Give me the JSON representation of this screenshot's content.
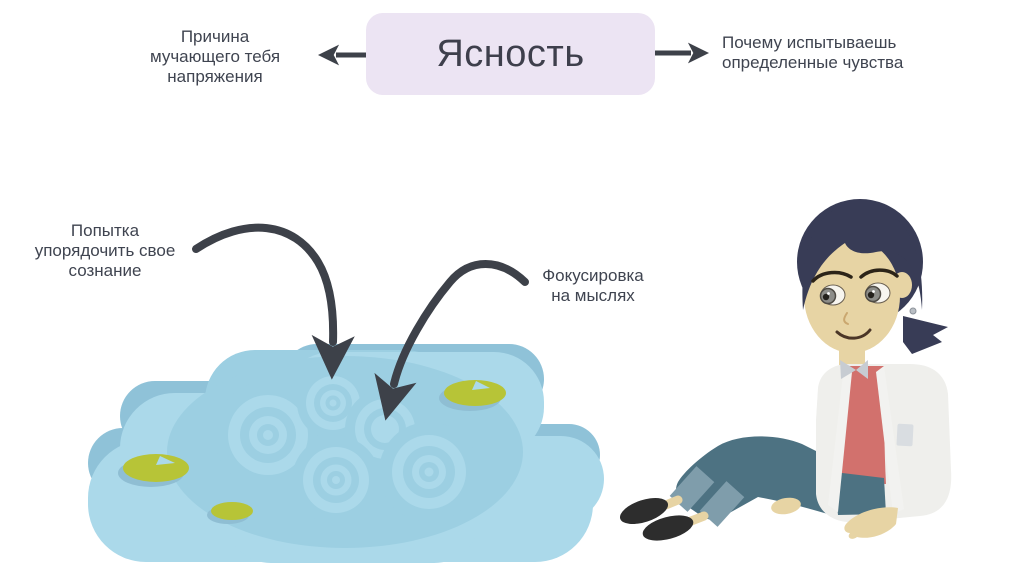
{
  "top": {
    "left_label": "Причина\nмучающего тебя\nнапряжения",
    "center_label": "Ясность",
    "right_label": "Почему испытываешь\nопределенные чувства"
  },
  "pond": {
    "left_label": "Попытка\nупорядочить свое\nсознание",
    "right_label": "Фокусировка\nна мыслях"
  },
  "icons": {
    "left_arrow": "straight-arrow-pointing-left",
    "right_arrow": "straight-arrow-pointing-right",
    "curved_arrow_left": "curved-arrow-into-pond-left",
    "curved_arrow_right": "curved-arrow-into-pond-right",
    "pond": "pond-with-ripples-and-lily-pads",
    "character": "sitting-woman-cartoon"
  },
  "colors": {
    "text": "#3f4450",
    "box_bg": "#ece4f3",
    "box_text": "#3e3f4c",
    "arrow": "#3d4149",
    "pond_light": "#abd9ea",
    "pond_mid": "#9ccfe2",
    "pond_dark": "#8fc2d8",
    "lily": "#b7c437",
    "lily_shadow": "#8fbed3",
    "hair": "#383c56",
    "skin": "#e7d4a4",
    "shirt": "#d2716d",
    "jacket": "#efefec",
    "lapel": "#f2f2f0",
    "collar": "#c7ccd2",
    "pocket": "#d9dde1",
    "pants": "#4d7282",
    "cuff": "#7f9dab",
    "shoe": "#2d2d2d"
  }
}
